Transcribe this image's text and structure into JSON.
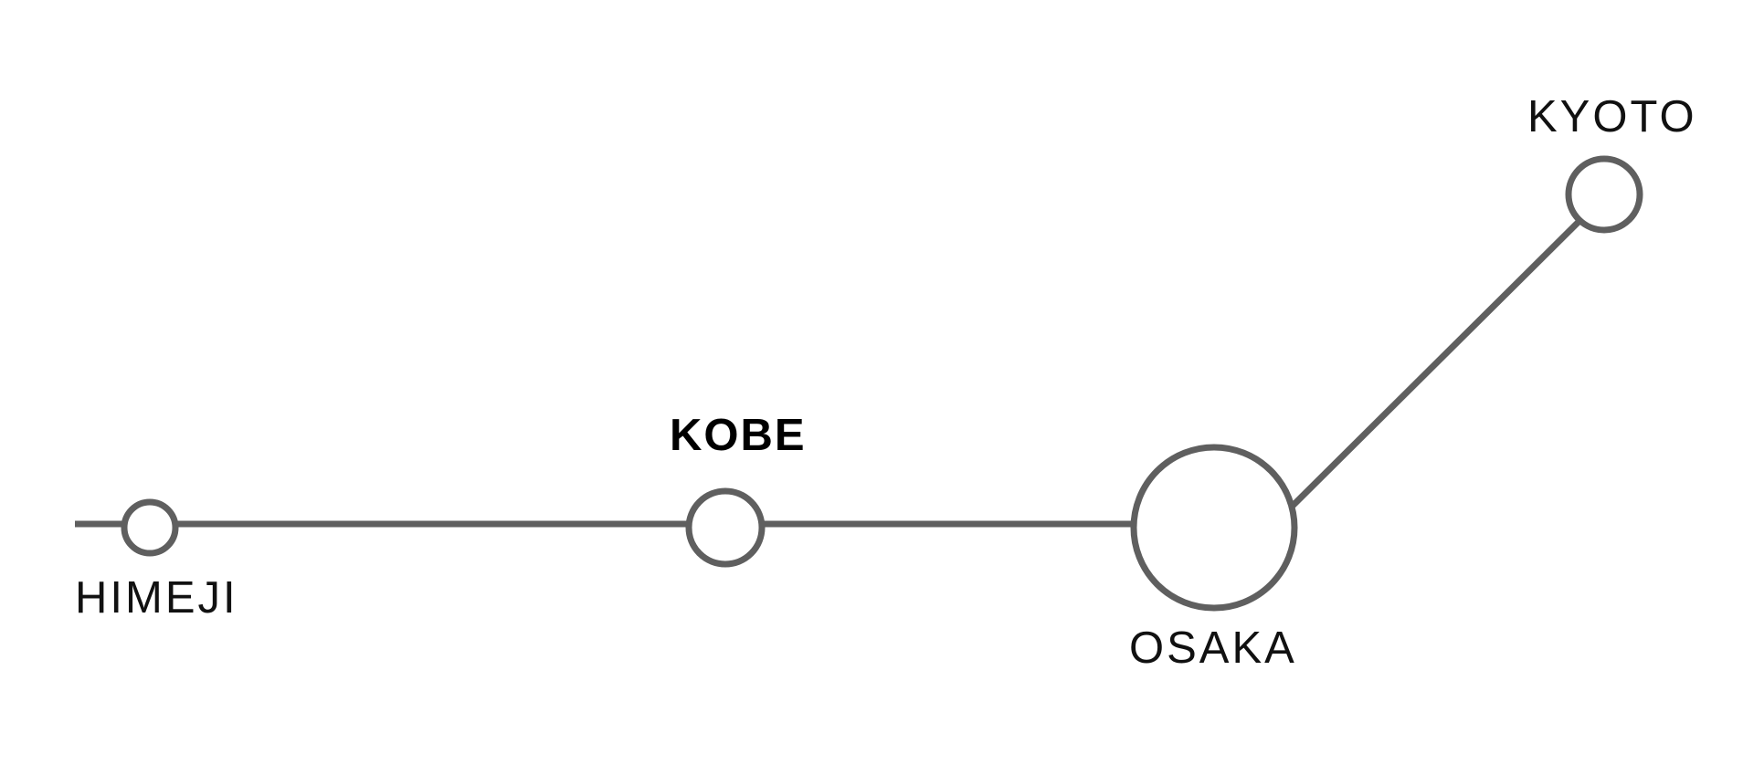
{
  "colors": {
    "line": "#5f5f5f",
    "station_fill": "#ffffff",
    "text": "#111111"
  },
  "stations": {
    "himeji": "HIMEJI",
    "kobe": "KOBE",
    "osaka": "OSAKA",
    "kyoto": "KYOTO"
  },
  "current_station": "KOBE"
}
